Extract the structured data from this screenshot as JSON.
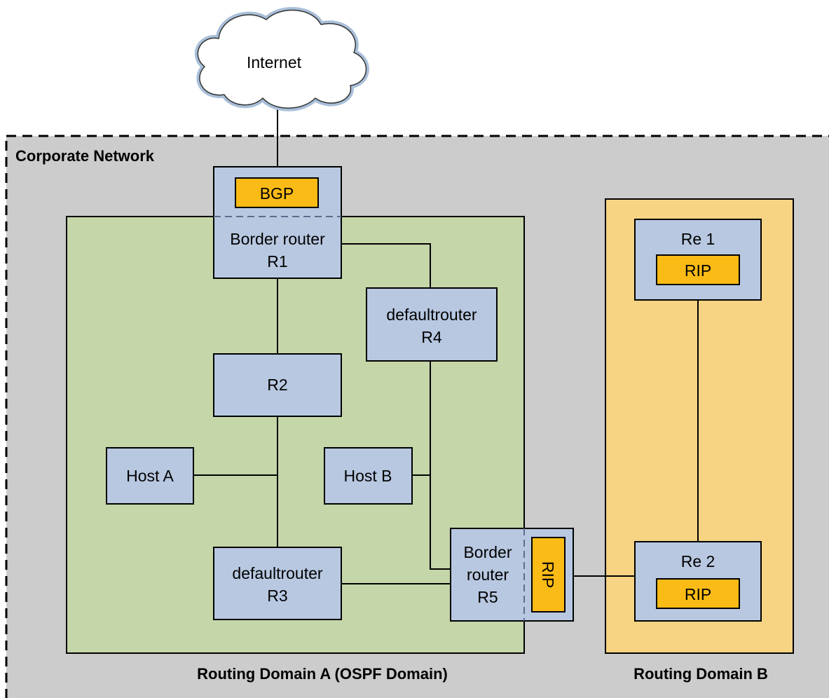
{
  "cloud": {
    "label": "Internet"
  },
  "corporate": {
    "label": "Corporate Network"
  },
  "domain_a": {
    "label": "Routing Domain A (OSPF Domain)"
  },
  "domain_b": {
    "label": "Routing Domain B"
  },
  "nodes": {
    "r1": {
      "line1": "Border router",
      "line2": "R1",
      "protocol": "BGP"
    },
    "r2": {
      "label": "R2"
    },
    "r3": {
      "line1": "defaultrouter",
      "line2": "R3"
    },
    "r4": {
      "line1": "defaultrouter",
      "line2": "R4"
    },
    "r5": {
      "line1": "Border",
      "line2": "router",
      "line3": "R5",
      "protocol": "RIP"
    },
    "host_a": {
      "label": "Host A"
    },
    "host_b": {
      "label": "Host B"
    },
    "re1": {
      "label": "Re 1",
      "protocol": "RIP"
    },
    "re2": {
      "label": "Re 2",
      "protocol": "RIP"
    }
  },
  "colors": {
    "corporate_bg": "#cccccc",
    "domain_a_bg": "#c5d6a9",
    "domain_b_bg": "#f7d483",
    "node_bg": "#b8c8e1",
    "protocol_bg": "#fbbb16",
    "cloud_fill": "#ffffff",
    "cloud_outline": "#a9bfd9"
  }
}
